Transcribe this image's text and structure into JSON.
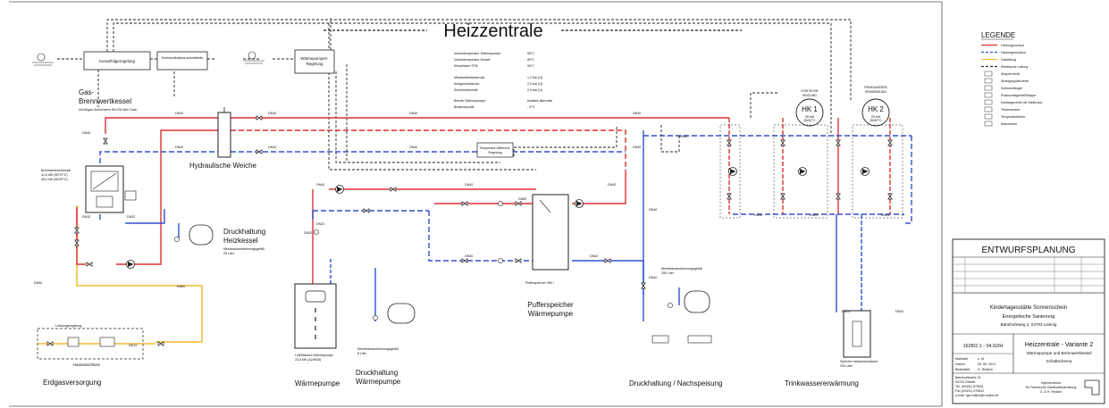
{
  "title": "Heizzentrale",
  "legend": {
    "heading": "LEGENDE",
    "items": [
      {
        "label": "Heizungsvorlauf",
        "color": "#e03030",
        "style": "solid"
      },
      {
        "label": "Heizungsrücklauf",
        "color": "#3050d0",
        "style": "dashed"
      },
      {
        "label": "Gasleitung",
        "color": "#f0c040",
        "style": "solid"
      },
      {
        "label": "Elektrische Leitung",
        "color": "#333333",
        "style": "dashed"
      },
      {
        "label": "Absperrventil",
        "color": "#333333",
        "style": "symbol"
      },
      {
        "label": "Strängregulierventil",
        "color": "#333333",
        "style": "symbol"
      },
      {
        "label": "Schmutzfänger",
        "color": "#333333",
        "style": "symbol"
      },
      {
        "label": "Rückschlagventil/Klappe",
        "color": "#333333",
        "style": "symbol"
      },
      {
        "label": "Dreiwegeventil mit Stellmotor",
        "color": "#333333",
        "style": "symbol"
      },
      {
        "label": "Thermometer",
        "color": "#333333",
        "style": "symbol"
      },
      {
        "label": "Temperaturfühler",
        "color": "#333333",
        "style": "symbol"
      },
      {
        "label": "Manometer",
        "color": "#333333",
        "style": "symbol"
      }
    ]
  },
  "parameters": [
    {
      "label": "Vorlauftemperatur Wärmepumpe:",
      "value": "55°C"
    },
    {
      "label": "Vorlauftemperatur Kessel:",
      "value": "80°C"
    },
    {
      "label": "Einstellwert STB:",
      "value": "95°C"
    },
    {
      "label": "Mindestbetriebsdruck:",
      "value": "1,2 bar (Ü)"
    },
    {
      "label": "Anlagenenddruck:",
      "value": "2,0 bar (Ü)"
    },
    {
      "label": "Sicherheitsventil:",
      "value": "2,5 bar (Ü)"
    },
    {
      "label": "Betrieb Wärmepumpe:",
      "value": "bivalent-alternativ"
    },
    {
      "label": "Bivalenzpunkt:",
      "value": "- 2°C"
    }
  ],
  "labels": {
    "gas_boiler": [
      "Gas-",
      "Brennwertkessel"
    ],
    "gas_boiler_sub": "mit Abgas-Schornstein 80/125 über Dach",
    "boiler_spec": [
      "Brennwertheizkessel",
      "41,6 kW (90/70°C)",
      "45,0 kW (50/30°C)"
    ],
    "kesselregelung": "Kesselfolgeregelung",
    "kommunikation": "Kommunikations-schnittstelle",
    "wp_regelung": [
      "Wärmepumpen-",
      "Regelung"
    ],
    "hydraulic_switch": "Hydraulische Weiche",
    "pressure_boiler": [
      "Druckhaltung",
      "Heizkessel"
    ],
    "membrane_boiler": [
      "Membranausdehnungsgefäß",
      "25 Liter"
    ],
    "heat_pump": "Wärmepumpe",
    "heat_pump_spec": [
      "Luft/Wasser-Wärmepumpe",
      "23,8 kW (A2/W35)"
    ],
    "pressure_hp": [
      "Druckhaltung",
      "Wärmepumpe"
    ],
    "membrane_hp": [
      "Membranausdehnungsgefäß",
      "8 Liter"
    ],
    "buffer_small": "Pufferspeicher 950 l",
    "buffer": [
      "Pufferspeicher",
      "Wärmepumpe"
    ],
    "make_up": "Druckhaltung / Nachspeisung",
    "membrane_mu": [
      "Membranausdehnungsgefäß",
      "250 Liter"
    ],
    "temp_diff": [
      "Temperatur-Differenz-",
      "Regelung"
    ],
    "hk1": "HK 1",
    "hk1_title": [
      "STATISCHE",
      "HEIZUNG"
    ],
    "hk1_spec": [
      "30 kW",
      "55/40°C"
    ],
    "hk2": "HK 2",
    "hk2_title": [
      "TRINKWASSER-",
      "ERWÄRMUNG"
    ],
    "hk2_spec": [
      "20 kW",
      "55/40°C"
    ],
    "dhw": "Trinkwassererwärmung",
    "dhw_tank": [
      "Speicher Wassererwärmer",
      "200 Liter"
    ],
    "gas_supply": "Erdgasversorgung",
    "house_conn": "Hausanschluss",
    "gas_valve": "Leistungsregelung",
    "dn_labels": [
      "DN40",
      "DN32",
      "DN25",
      "DN20",
      "DN15",
      "DN50"
    ]
  },
  "title_block": {
    "heading": "ENTWURFSPLANUNG",
    "project": "Kindertagesstätte Sonnenschein",
    "project_sub": "Energetische Sanierung",
    "address": "Bahnhofsweg 2, 04703 Leisnig",
    "drawing_no": "1628/2.1 - 04.02/H",
    "drawing_title": "Heizzentrale - Variante 2",
    "drawing_sub1": "Wärmepumpe und Brennwertkessel",
    "drawing_sub2": "Schaltschema",
    "meta": [
      {
        "k": "Maßstab",
        "v": "o. M."
      },
      {
        "k": "Datum",
        "v": "25. 05. 2014"
      },
      {
        "k": "Bearbeitet",
        "v": "G. Redlich"
      }
    ],
    "office_addr": [
      "Bahnhofstraße 31",
      "04703 Döbeln",
      "Tel. (03431) 570811",
      "Fax (03431) 570812",
      "e-mail: igs.redlich@t-online.de"
    ],
    "office": [
      "Ingenieurbüro",
      "für Technische Gebäudeausrüstung",
      "G. & H. Redlich"
    ]
  }
}
